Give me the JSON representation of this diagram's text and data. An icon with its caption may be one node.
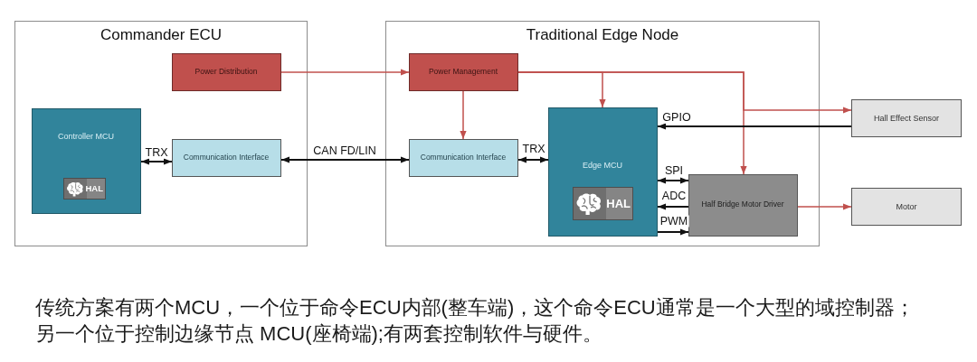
{
  "diagram": {
    "caption": "传统方案有两个MCU，一个位于命令ECU内部(整车端)，这个命令ECU通常是一个大型的域控制器；另一个位于控制边缘节点 MCU(座椅端);有两套控制软件与硬件。",
    "nodes": [
      {
        "text": [
          "Commander ECU"
        ]
      },
      {
        "text": [
          "Power Distribution"
        ],
        "in": 0
      },
      {
        "text": [
          "Controller MCU"
        ],
        "in": 0
      },
      {
        "text": [
          "HAL"
        ],
        "in": 2
      },
      {
        "text": [
          "Communication Interface"
        ],
        "in": 0
      },
      {
        "text": [
          "Traditional Edge Node"
        ]
      },
      {
        "text": [
          "Power Management"
        ],
        "in": 5
      },
      {
        "text": [
          "Communication Interface"
        ],
        "in": 5
      },
      {
        "text": [
          "Edge MCU"
        ],
        "in": 5
      },
      {
        "text": [
          "HAL"
        ],
        "in": 8
      },
      {
        "text": [
          "Half Bridge Motor Driver"
        ],
        "in": 5
      },
      {
        "text": [
          "Hall Effect Sensor"
        ]
      },
      {
        "text": [
          "Motor"
        ]
      }
    ],
    "edges": [
      {
        "from": 1,
        "to": 6,
        "arrow": "to",
        "color": "#c0504d"
      },
      {
        "from": 2,
        "to": 4,
        "arrow": "both",
        "label": "TRX"
      },
      {
        "from": 4,
        "to": 7,
        "arrow": "both",
        "label": "CAN FD/LIN"
      },
      {
        "from": 6,
        "to": 7,
        "arrow": "to",
        "color": "#c0504d"
      },
      {
        "from": 6,
        "to": 8,
        "arrow": "to",
        "color": "#c0504d"
      },
      {
        "from": 6,
        "to": 10,
        "arrow": "to",
        "color": "#c0504d"
      },
      {
        "from": 6,
        "to": 11,
        "arrow": "to",
        "color": "#c0504d"
      },
      {
        "from": 7,
        "to": 8,
        "arrow": "both",
        "label": "TRX"
      },
      {
        "from": 11,
        "to": 8,
        "arrow": "to",
        "label": "GPIO"
      },
      {
        "from": 8,
        "to": 10,
        "arrow": "both",
        "label": "SPI"
      },
      {
        "from": 10,
        "to": 8,
        "arrow": "to",
        "label": "ADC"
      },
      {
        "from": 8,
        "to": 10,
        "arrow": "to",
        "label": "PWM"
      },
      {
        "from": 10,
        "to": 12,
        "arrow": "to",
        "color": "#c0504d"
      }
    ]
  }
}
